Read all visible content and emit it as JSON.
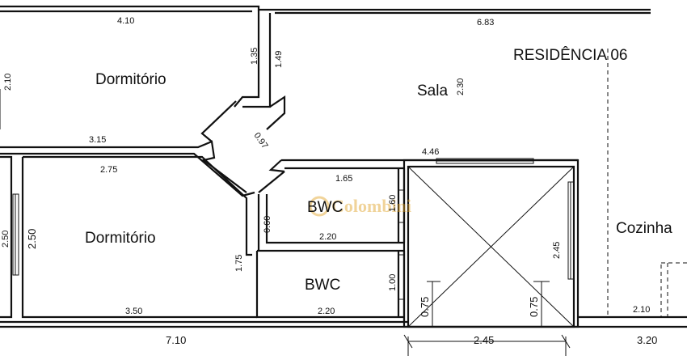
{
  "title": "RESIDÊNCIA 06",
  "watermark": "Colombini",
  "rooms": {
    "dormitorio_top": "Dormitório",
    "dormitorio_bottom": "Dormitório",
    "sala": "Sala",
    "bwc_top": "BWC",
    "bwc_bottom": "BWC",
    "cozinha": "Cozinha"
  },
  "dimensions": {
    "d_410": "4.10",
    "d_683": "6.83",
    "d_135": "1.35",
    "d_149": "1.49",
    "d_210_left": "2.10",
    "d_230": "2.30",
    "d_315": "3.15",
    "d_097": "0.97",
    "d_446": "4.46",
    "d_275": "2.75",
    "d_165": "1.65",
    "d_160": "1.60",
    "d_060": "0.60",
    "d_220_top": "2.20",
    "d_250_a": "2.50",
    "d_250_b": "2.50",
    "d_175": "1.75",
    "d_245_v": "2.45",
    "d_100": "1.00",
    "d_075_a": "0.75",
    "d_075_b": "0.75",
    "d_350": "3.50",
    "d_220_bottom": "2.20",
    "d_210_right": "2.10",
    "d_710": "7.10",
    "d_245_h": "2.45",
    "d_320": "3.20"
  }
}
